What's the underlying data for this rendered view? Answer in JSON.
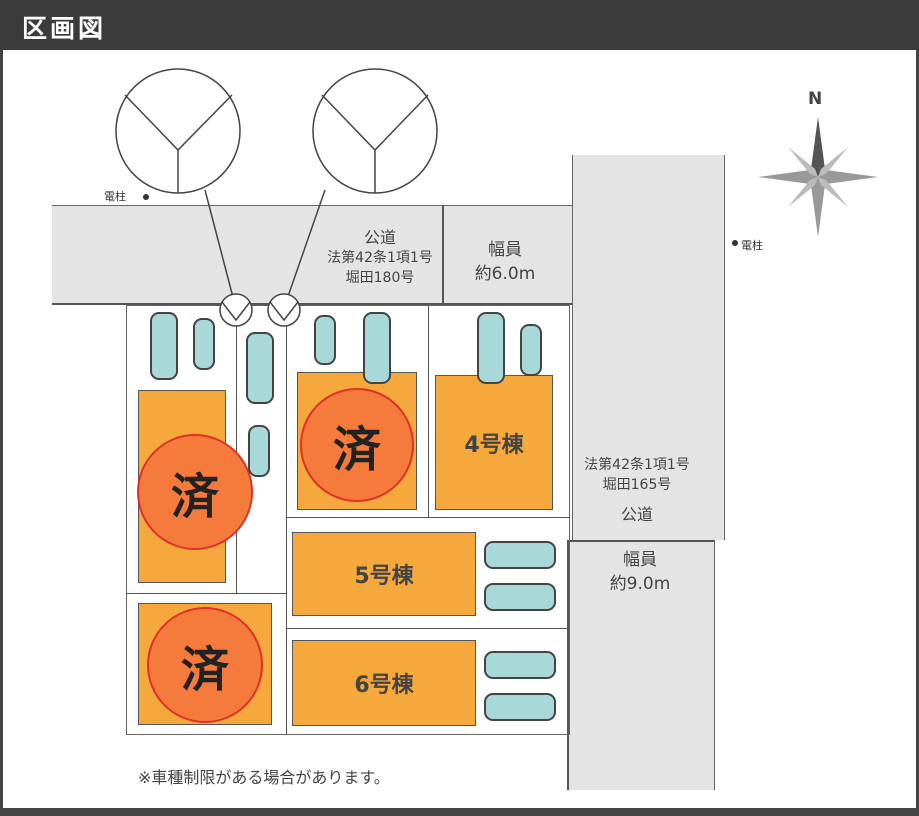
{
  "header": {
    "title": "区画図"
  },
  "north_label": "N",
  "utility_pole": "電柱",
  "road_north": {
    "type": "公道",
    "law": "法第42条1項1号",
    "name": "堀田180号",
    "width_label": "幅員",
    "width": "約6.0m"
  },
  "road_east": {
    "type": "公道",
    "law": "法第42条1項1号",
    "name": "堀田165号",
    "width_label": "幅員",
    "width": "約9.0m"
  },
  "lots": [
    {
      "label": "済",
      "status": "sold"
    },
    {
      "label": "済",
      "status": "sold"
    },
    {
      "label": "4号棟",
      "status": "available"
    },
    {
      "label": "5号棟",
      "status": "available"
    },
    {
      "label": "6号棟",
      "status": "available"
    },
    {
      "label": "済",
      "status": "sold"
    }
  ],
  "note": "※車種制限がある場合があります。",
  "colors": {
    "lot": "#f5a83c",
    "sold": "#f47b3c",
    "road": "#e4e4e4",
    "header": "#3b3b3b"
  }
}
